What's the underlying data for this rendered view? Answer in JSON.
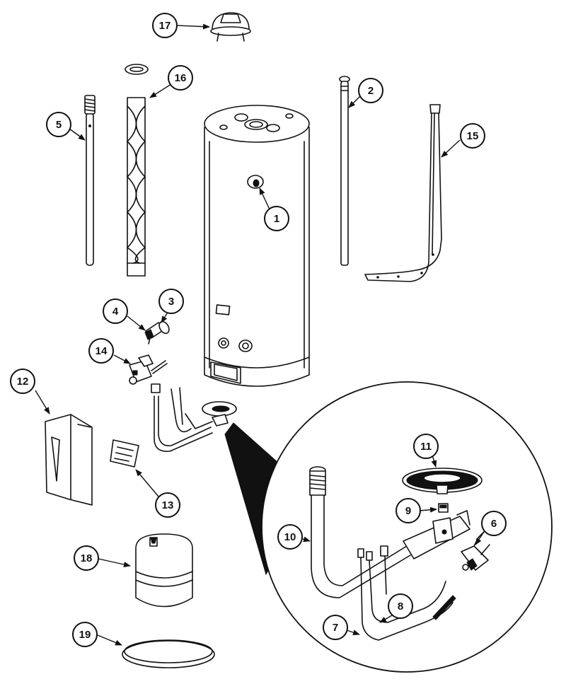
{
  "callouts": [
    {
      "id": "1",
      "label": "1"
    },
    {
      "id": "2",
      "label": "2"
    },
    {
      "id": "3",
      "label": "3"
    },
    {
      "id": "4",
      "label": "4"
    },
    {
      "id": "5",
      "label": "5"
    },
    {
      "id": "6",
      "label": "6"
    },
    {
      "id": "7",
      "label": "7"
    },
    {
      "id": "8",
      "label": "8"
    },
    {
      "id": "9",
      "label": "9"
    },
    {
      "id": "10",
      "label": "10"
    },
    {
      "id": "11",
      "label": "11"
    },
    {
      "id": "12",
      "label": "12"
    },
    {
      "id": "13",
      "label": "13"
    },
    {
      "id": "14",
      "label": "14"
    },
    {
      "id": "15",
      "label": "15"
    },
    {
      "id": "16",
      "label": "16"
    },
    {
      "id": "17",
      "label": "17"
    },
    {
      "id": "18",
      "label": "18"
    },
    {
      "id": "19",
      "label": "19"
    }
  ],
  "colors": {
    "ink": "#111111",
    "paper": "#ffffff"
  }
}
